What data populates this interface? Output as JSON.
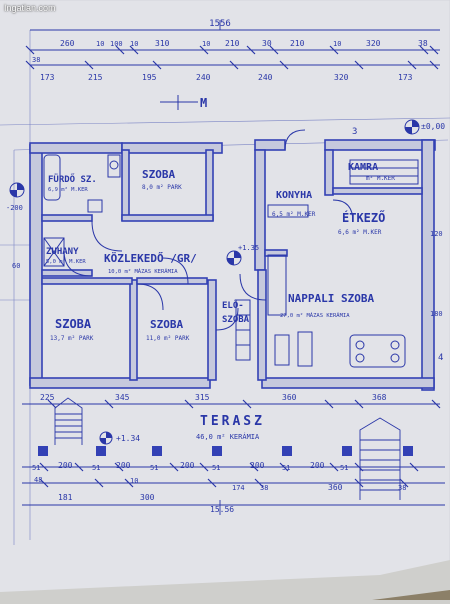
{
  "watermark": "Ingatlan.com",
  "colors": {
    "paper": "#e2e3e8",
    "ink": "#2a37a8",
    "wall": "#3341b5",
    "background": "#cfcfcc"
  },
  "dimensions": {
    "total_width": "1556",
    "top_row_1": [
      "38",
      "260",
      "10",
      "100",
      "10",
      "310",
      "10",
      "210",
      "30",
      "210",
      "10",
      "320",
      "38"
    ],
    "top_row_2": [
      "173",
      "215",
      "195",
      "240",
      "240",
      "320",
      "173"
    ],
    "middle": [
      "225",
      "345",
      "315",
      "360",
      "368"
    ],
    "bottom_row_1": [
      "51",
      "200",
      "51",
      "200",
      "51",
      "200",
      "51",
      "200",
      "51",
      "200",
      "51"
    ],
    "bottom_row_2": [
      "48",
      "181",
      "10",
      "300",
      "174",
      "38",
      "360",
      "38"
    ],
    "bottom_total": "15.56"
  },
  "markers": {
    "north_label": "M",
    "level_zero": "±0,00",
    "level_terrace": "+1.34",
    "level_135": "+1.35",
    "level_m200": "-200",
    "side_3": "3",
    "side_4": "4",
    "side_60": "60",
    "side_120": "120",
    "side_180": "180"
  },
  "rooms": [
    {
      "name": "FÜRDŐ SZ.",
      "detail": "6,9 m² M.KER"
    },
    {
      "name": "SZOBA",
      "detail": "8,0 m² PARK"
    },
    {
      "name": "KONYHA",
      "detail": "6,5 m² M.KER"
    },
    {
      "name": "KAMRA",
      "detail": "m² M.KER"
    },
    {
      "name": "ÉTKEZŐ",
      "detail": "6,6 m² M.KER"
    },
    {
      "name": "ZUHANY",
      "detail": "5,0 m² M.KER"
    },
    {
      "name": "KÖZLEKEDŐ /GR/",
      "detail": "10,0 m² MÁZAS KERÁMIA"
    },
    {
      "name": "NAPPALI SZOBA",
      "detail": "27,0 m² MÁZAS KERÁMIA"
    },
    {
      "name": "SZOBA",
      "detail": "13,7 m² PARK"
    },
    {
      "name": "SZOBA",
      "detail": "11,0 m² PARK"
    },
    {
      "name": "ELŐ-",
      "detail": ""
    },
    {
      "name": "SZOBA",
      "detail": ""
    },
    {
      "name": "TERASZ",
      "detail": "46,0 m² KERÁMIA"
    }
  ]
}
